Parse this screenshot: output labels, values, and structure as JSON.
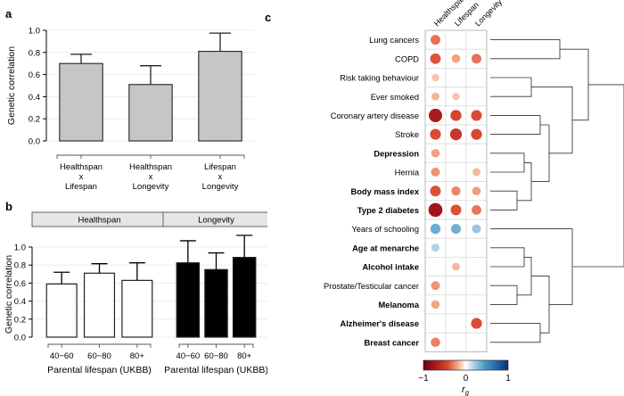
{
  "figure": {
    "panels": [
      "a",
      "b",
      "c"
    ]
  },
  "panel_a": {
    "letter": "a",
    "ylabel": "Genetic correlation",
    "yticks": [
      "0.0",
      "0.2",
      "0.4",
      "0.6",
      "0.8",
      "1.0"
    ],
    "ylim": [
      0.0,
      1.0
    ],
    "bar_color": "#c6c6c6",
    "chart_data": {
      "type": "bar",
      "title": "",
      "xlabel": "",
      "ylabel": "Genetic correlation",
      "ylim": [
        0,
        1.0
      ],
      "grid": true,
      "categories": [
        "Healthspan\nx\nLifespan",
        "Healthspan\nx\nLongevity",
        "Lifespan\nx\nLongevity"
      ],
      "category_lines": [
        [
          "Healthspan",
          "x",
          "Lifespan"
        ],
        [
          "Healthspan",
          "x",
          "Longevity"
        ],
        [
          "Lifespan",
          "x",
          "Longevity"
        ]
      ],
      "values": [
        0.7,
        0.51,
        0.81
      ],
      "errors_upper": [
        0.783,
        0.68,
        0.975
      ],
      "errors_lower": [
        0.7,
        0.51,
        0.81
      ]
    }
  },
  "panel_b": {
    "letter": "b",
    "ylabel": "Genetic correlation",
    "xlabel": "Parental lifespan (UKBB)",
    "yticks": [
      "0.0",
      "0.2",
      "0.4",
      "0.6",
      "0.8",
      "1.0"
    ],
    "facets": [
      {
        "label": "Healthspan",
        "fill": "#ffffff",
        "chart_data": {
          "type": "bar",
          "title": "Healthspan",
          "xlabel": "Parental lifespan (UKBB)",
          "ylabel": "Genetic correlation",
          "ylim": [
            0,
            1.0
          ],
          "categories": [
            "40−60",
            "60−80",
            "80+"
          ],
          "values": [
            0.59,
            0.71,
            0.63
          ],
          "errors_upper": [
            0.72,
            0.815,
            0.825
          ]
        }
      },
      {
        "label": "Longevity",
        "fill": "#000000",
        "chart_data": {
          "type": "bar",
          "title": "Longevity",
          "xlabel": "Parental lifespan (UKBB)",
          "ylabel": "Genetic correlation",
          "ylim": [
            0,
            1.0
          ],
          "categories": [
            "40−60",
            "60−80",
            "80+"
          ],
          "values": [
            0.825,
            0.75,
            0.885
          ],
          "errors_upper": [
            1.07,
            0.935,
            1.13
          ]
        }
      }
    ]
  },
  "panel_c": {
    "letter": "c",
    "columns": [
      "Healthspan",
      "Lifespan",
      "Longevity"
    ],
    "legend": {
      "ticks": [
        "−1",
        "0",
        "1"
      ],
      "title_main": "r",
      "title_sub": "g",
      "color_low": "#a11519",
      "color_mid": "#ffffff",
      "color_high": "#0b3d8f"
    },
    "chart_data": {
      "type": "heatmap",
      "title": "",
      "xlabel": "",
      "ylabel": "",
      "value_label": "rg",
      "zlim": [
        -1,
        1
      ],
      "columns": [
        "Healthspan",
        "Lifespan",
        "Longevity"
      ],
      "rows": [
        {
          "label": "Lung cancers",
          "bold": false,
          "values": [
            -0.38,
            null,
            null
          ]
        },
        {
          "label": "COPD",
          "bold": false,
          "values": [
            -0.46,
            -0.26,
            -0.38
          ]
        },
        {
          "label": "Risk taking behaviour",
          "bold": false,
          "values": [
            -0.17,
            null,
            null
          ]
        },
        {
          "label": "Ever smoked",
          "bold": false,
          "values": [
            -0.21,
            -0.17,
            null
          ]
        },
        {
          "label": "Coronary artery disease",
          "bold": false,
          "values": [
            -0.72,
            -0.5,
            -0.48
          ]
        },
        {
          "label": "Stroke",
          "bold": false,
          "values": [
            -0.48,
            -0.57,
            -0.49
          ]
        },
        {
          "label": "Depression",
          "bold": true,
          "values": [
            -0.26,
            null,
            null
          ]
        },
        {
          "label": "Hernia",
          "bold": false,
          "values": [
            -0.3,
            null,
            -0.2
          ]
        },
        {
          "label": "Body mass index",
          "bold": true,
          "values": [
            -0.47,
            -0.33,
            -0.27
          ]
        },
        {
          "label": "Type 2 diabetes",
          "bold": true,
          "values": [
            -0.77,
            -0.47,
            -0.37
          ]
        },
        {
          "label": "Years of schooling",
          "bold": false,
          "values": [
            0.42,
            0.4,
            0.3
          ]
        },
        {
          "label": "Age at menarche",
          "bold": true,
          "values": [
            0.23,
            null,
            null
          ]
        },
        {
          "label": "Alcohol intake",
          "bold": true,
          "values": [
            null,
            -0.2,
            null
          ]
        },
        {
          "label": "Prostate/Testicular cancer",
          "bold": false,
          "values": [
            -0.29,
            null,
            null
          ]
        },
        {
          "label": "Melanoma",
          "bold": true,
          "values": [
            -0.25,
            null,
            null
          ]
        },
        {
          "label": "Alzheimer's disease",
          "bold": true,
          "values": [
            null,
            null,
            -0.48
          ]
        },
        {
          "label": "Breast cancer",
          "bold": true,
          "values": [
            -0.34,
            null,
            null
          ]
        }
      ]
    }
  }
}
